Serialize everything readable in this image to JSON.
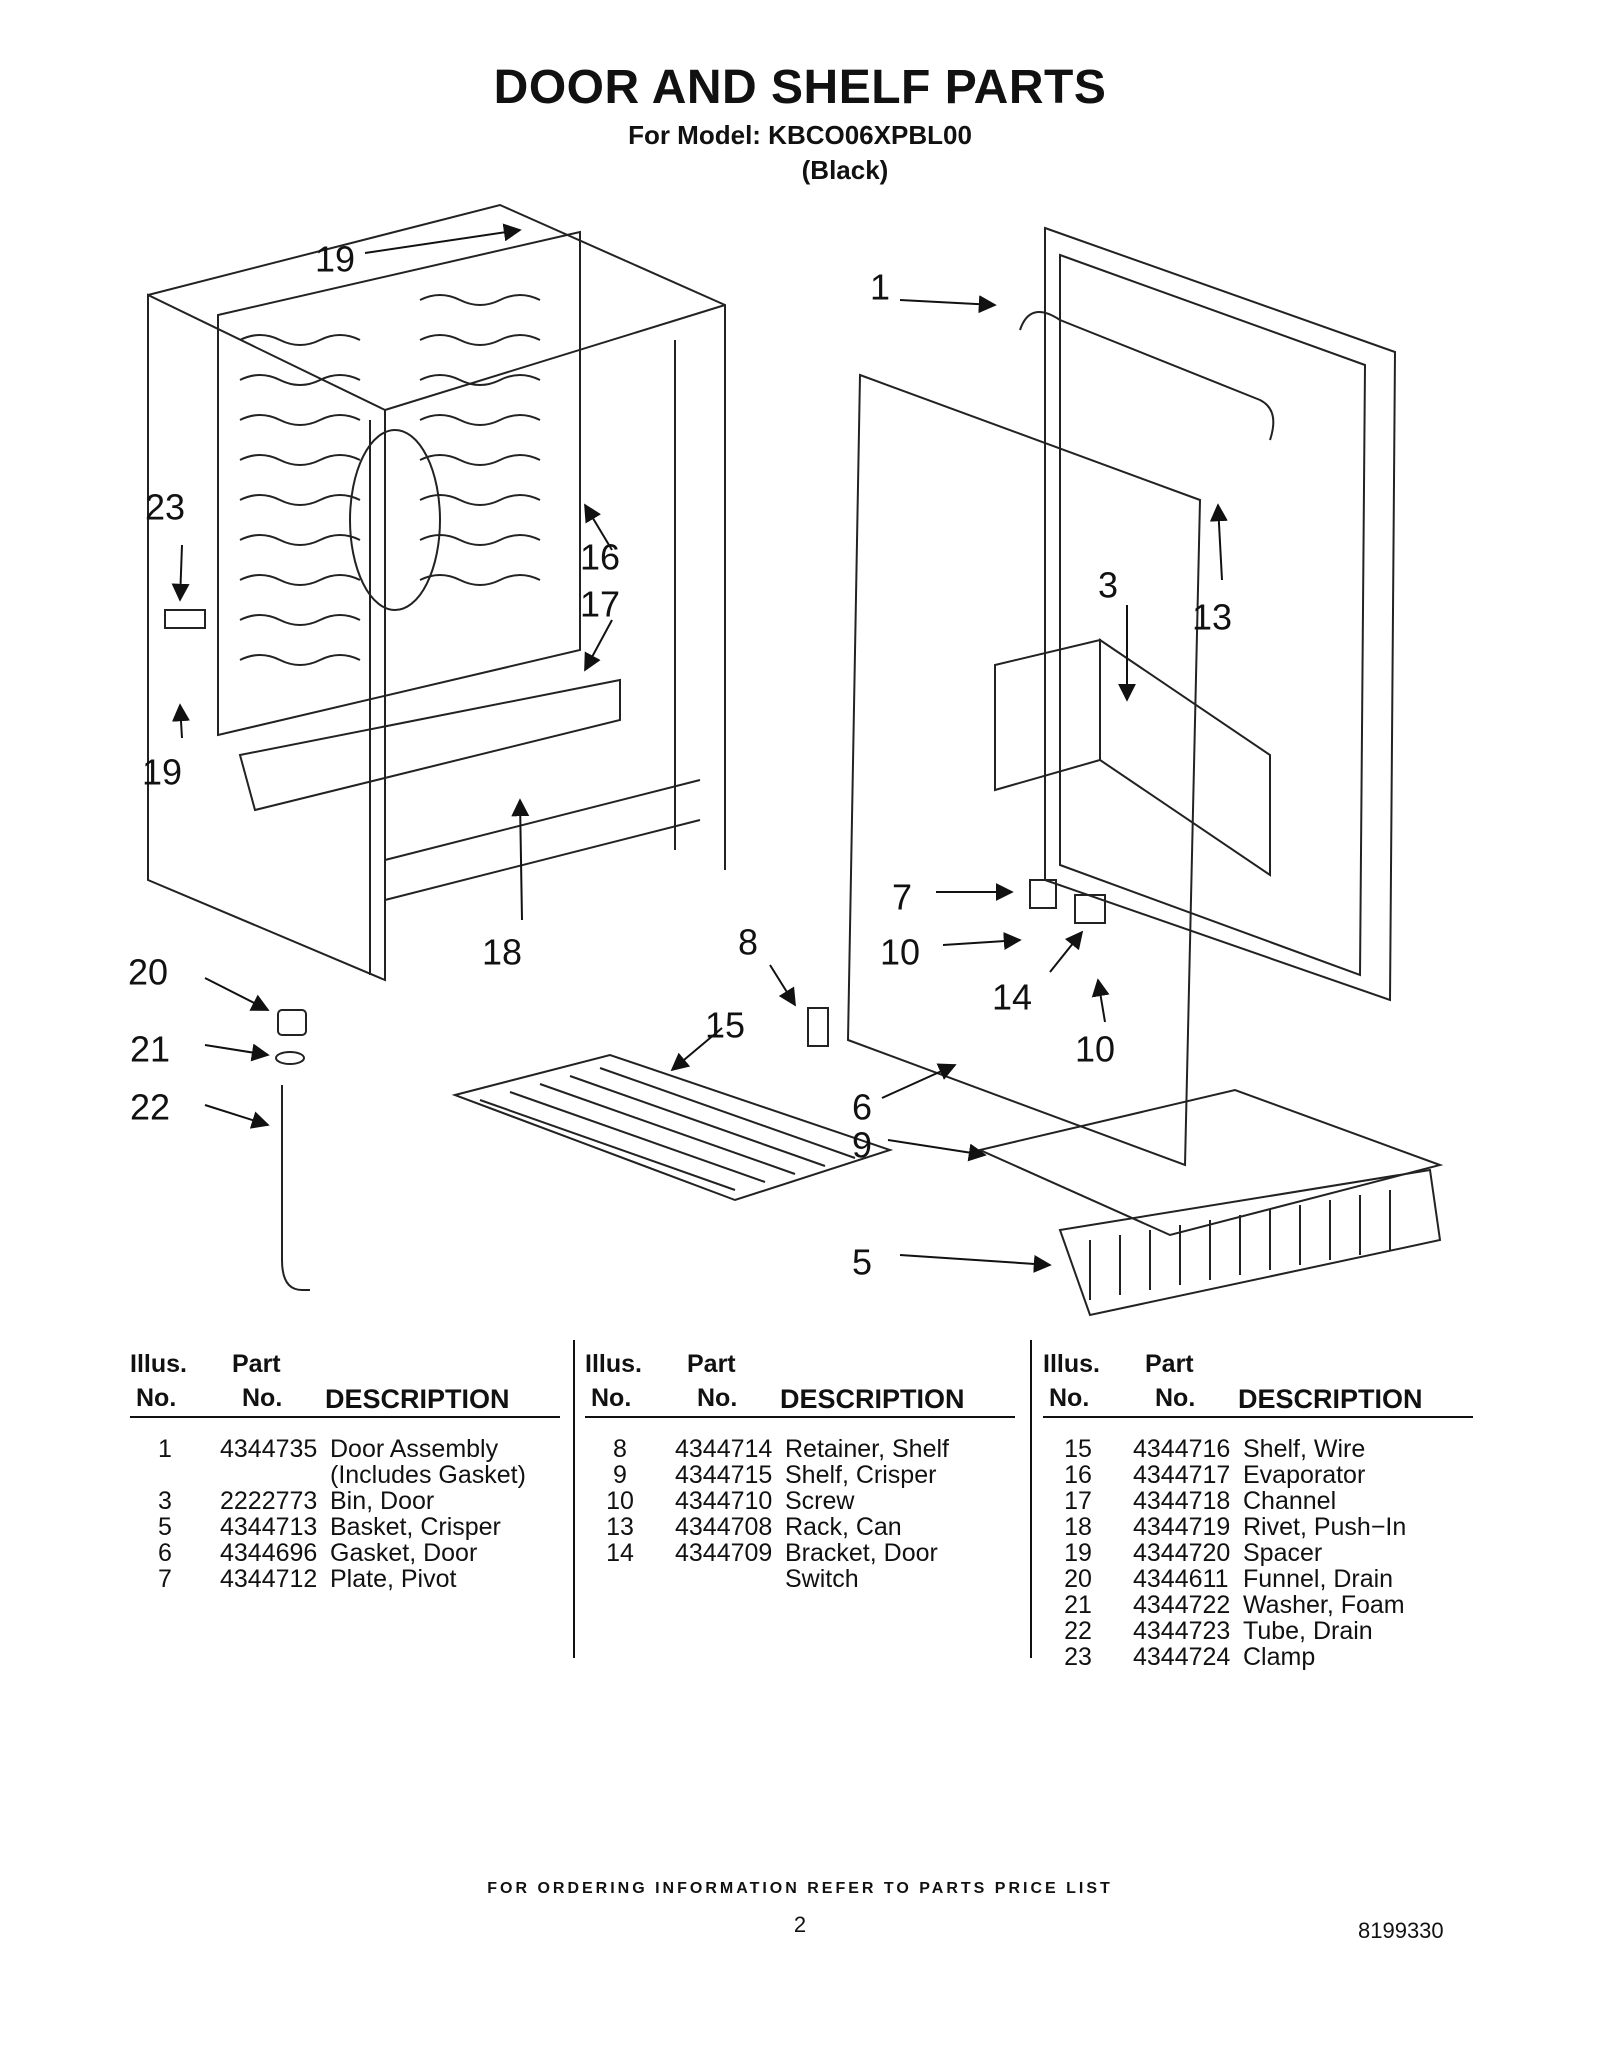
{
  "title": "DOOR AND SHELF PARTS",
  "subtitle": "For Model: KBCO06XPBL00",
  "color": "(Black)",
  "callouts": [
    "1",
    "3",
    "5",
    "6",
    "7",
    "8",
    "9",
    "10",
    "10",
    "13",
    "14",
    "15",
    "16",
    "17",
    "18",
    "19",
    "19",
    "20",
    "21",
    "22",
    "23"
  ],
  "table_headers": {
    "illus": "Illus.",
    "no": "No.",
    "part": "Part",
    "part_no": "No.",
    "description": "DESCRIPTION"
  },
  "columns": [
    [
      {
        "no": "1",
        "part": "4344735",
        "desc": "Door Assembly"
      },
      {
        "no": "",
        "part": "",
        "desc": "(Includes Gasket)"
      },
      {
        "no": "3",
        "part": "2222773",
        "desc": "Bin, Door"
      },
      {
        "no": "5",
        "part": "4344713",
        "desc": "Basket, Crisper"
      },
      {
        "no": "6",
        "part": "4344696",
        "desc": "Gasket, Door"
      },
      {
        "no": "7",
        "part": "4344712",
        "desc": "Plate, Pivot"
      }
    ],
    [
      {
        "no": "8",
        "part": "4344714",
        "desc": "Retainer, Shelf"
      },
      {
        "no": "9",
        "part": "4344715",
        "desc": "Shelf, Crisper"
      },
      {
        "no": "10",
        "part": "4344710",
        "desc": "Screw"
      },
      {
        "no": "13",
        "part": "4344708",
        "desc": "Rack, Can"
      },
      {
        "no": "14",
        "part": "4344709",
        "desc": "Bracket, Door"
      },
      {
        "no": "",
        "part": "",
        "desc": "Switch"
      }
    ],
    [
      {
        "no": "15",
        "part": "4344716",
        "desc": "Shelf, Wire"
      },
      {
        "no": "16",
        "part": "4344717",
        "desc": "Evaporator"
      },
      {
        "no": "17",
        "part": "4344718",
        "desc": "Channel"
      },
      {
        "no": "18",
        "part": "4344719",
        "desc": "Rivet, Push−In"
      },
      {
        "no": "19",
        "part": "4344720",
        "desc": "Spacer"
      },
      {
        "no": "20",
        "part": "4344611",
        "desc": "Funnel, Drain"
      },
      {
        "no": "21",
        "part": "4344722",
        "desc": "Washer, Foam"
      },
      {
        "no": "22",
        "part": "4344723",
        "desc": "Tube, Drain"
      },
      {
        "no": "23",
        "part": "4344724",
        "desc": "Clamp"
      }
    ]
  ],
  "footer": "FOR ORDERING INFORMATION REFER TO PARTS PRICE LIST",
  "page_number": "2",
  "doc_number": "8199330"
}
